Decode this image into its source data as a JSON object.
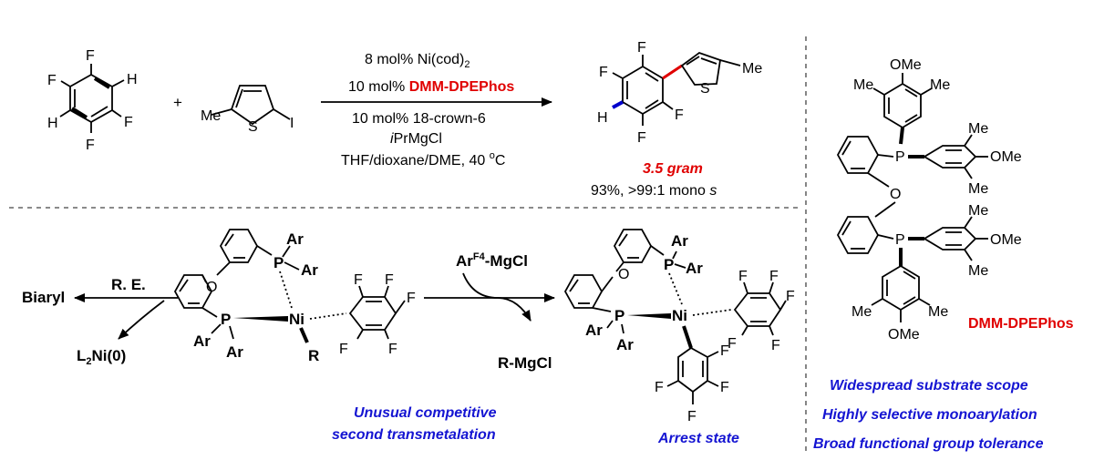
{
  "reaction": {
    "plus": "+",
    "substrate_atoms": {
      "f": "F",
      "h": "H"
    },
    "thiophene_atoms": {
      "me": "Me",
      "s": "S",
      "i": "I"
    },
    "conditions": {
      "line1": "8 mol% Ni(cod)",
      "line1_sub": "2",
      "line2_prefix": "10 mol% ",
      "line2_ligand": "DMM-DPEPhos",
      "line3": "10 mol% 18-crown-6",
      "line4_italic": "i",
      "line4_rest": "PrMgCl",
      "line5": "THF/dioxane/DME, 40 ",
      "line5_sup": "o",
      "line5_end": "C"
    },
    "product_atoms": {
      "f": "F",
      "h": "H",
      "s": "S",
      "me": "Me"
    },
    "scale": "3.5 gram",
    "yield": "93%, >99:1 mono ",
    "yield_italic": "s"
  },
  "ligand": {
    "name": "DMM-DPEPhos",
    "atoms": {
      "ome": "OMe",
      "me": "Me",
      "p": "P",
      "o": "O"
    }
  },
  "mechanism": {
    "re_label": "R. E.",
    "biaryl": "Biaryl",
    "l2ni": "L",
    "l2ni_sub": "2",
    "l2ni_end": "Ni(0)",
    "ar": "Ar",
    "p": "P",
    "o": "O",
    "ni": "Ni",
    "r": "R",
    "f": "F",
    "reagent": "Ar",
    "reagent_sup": "F4",
    "reagent_end": "-MgCl",
    "byproduct": "R-MgCl",
    "caption1_line1": "Unusual competitive",
    "caption1_line2": "second transmetalation",
    "caption2": "Arrest state"
  },
  "highlights": [
    "Widespread substrate scope",
    "Highly selective monoarylation",
    "Broad functional group tolerance"
  ],
  "colors": {
    "red": "#e00000",
    "blue": "#1414d2",
    "black": "#000000"
  }
}
